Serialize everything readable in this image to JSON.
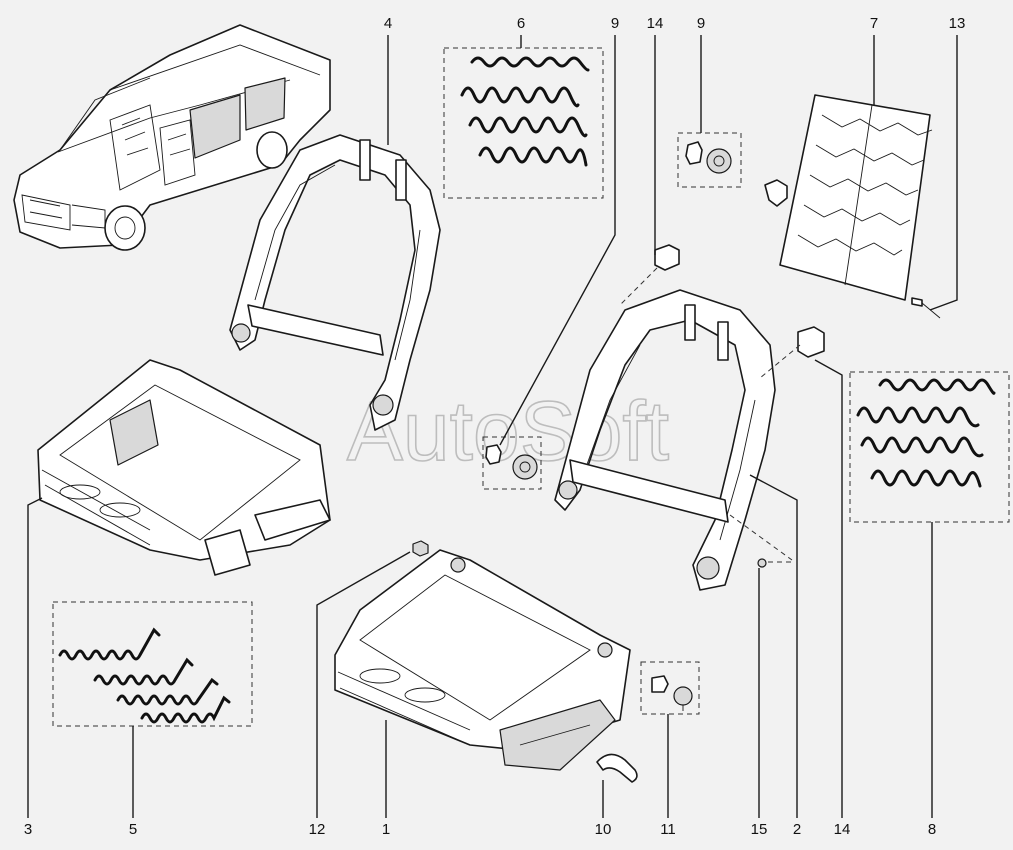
{
  "watermark": "AutoSoft",
  "part_numbers": {
    "p1": "1",
    "p2": "2",
    "p3": "3",
    "p4": "4",
    "p5": "5",
    "p6": "6",
    "p7": "7",
    "p8": "8",
    "p9a": "9",
    "p9b": "9",
    "p10": "10",
    "p11": "11",
    "p12": "12",
    "p13": "13",
    "p14a": "14",
    "p14b": "14",
    "p15": "15"
  }
}
